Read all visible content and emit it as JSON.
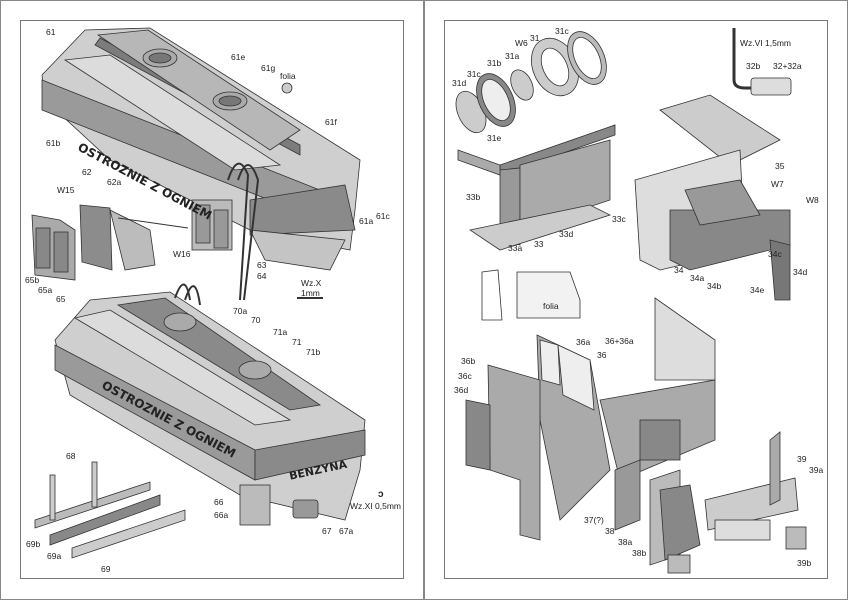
{
  "left_sheet": {
    "tank1_text": "OSTROZNIE Z OGNIEM",
    "tank2_text": "OSTROZNIE Z OGNIEM",
    "tank2_rear_text": "BENZYNA",
    "labels": [
      "61",
      "61e",
      "61g",
      "folia",
      "61f",
      "61b",
      "62",
      "62a",
      "W15",
      "61a",
      "61c",
      "W16",
      "63",
      "64",
      "Wz.X",
      "1mm",
      "65b",
      "65a",
      "65",
      "70a",
      "70",
      "71a",
      "71",
      "71b",
      "68",
      "66",
      "66a",
      "Wz.XI  0,5mm",
      "67",
      "67a",
      "69b",
      "69a",
      "69"
    ]
  },
  "right_sheet": {
    "labels": [
      "31c",
      "31",
      "W6",
      "31a",
      "31b",
      "31c",
      "31d",
      "31e",
      "Wz.VI  1,5mm",
      "32b",
      "32+32a",
      "33b",
      "35",
      "W7",
      "W8",
      "33c",
      "33d",
      "33",
      "33a",
      "34",
      "34c",
      "34d",
      "34a",
      "34b",
      "34e",
      "folia",
      "36a",
      "36+36a",
      "36",
      "36b",
      "36c",
      "36d",
      "37(?)",
      "38",
      "39",
      "39a",
      "38a",
      "38b",
      "39b"
    ]
  }
}
